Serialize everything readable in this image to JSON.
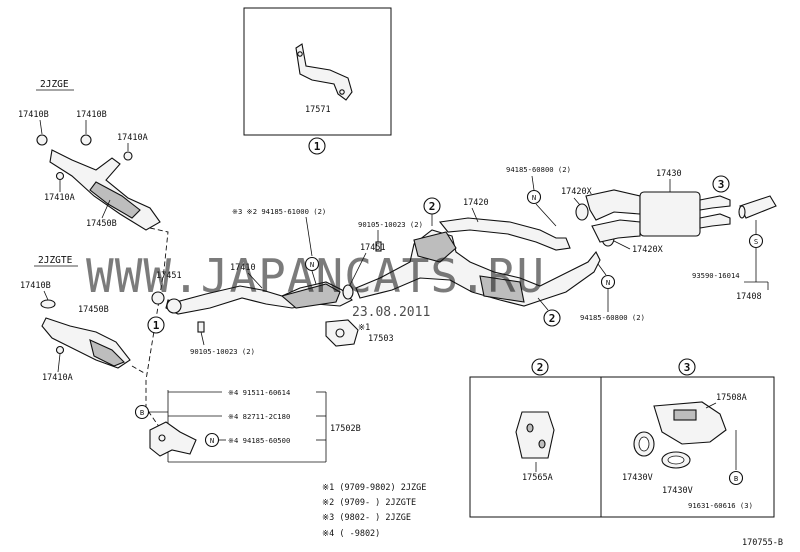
{
  "watermark": {
    "site": "WWW.JAPANCATS.RU",
    "date": "23.08.2011"
  },
  "figure_id": "170755-B",
  "engine_labels": {
    "top": "2JZGE",
    "bottom": "2JZGTE"
  },
  "callouts": {
    "c1": "1",
    "c2": "2",
    "c3": "3",
    "s": "S",
    "n": "N",
    "b": "B"
  },
  "parts": {
    "p17571": "17571",
    "p17410B_a": "17410B",
    "p17410B_b": "17410B",
    "p17410A_a": "17410A",
    "p17410A_b": "17410A",
    "p17450B_a": "17450B",
    "p17410B_c": "17410B",
    "p17450B_b": "17450B",
    "p17410A_c": "17410A",
    "p17451_a": "17451",
    "p17410": "17410",
    "p94185_61000": "※3 ※2 94185-61000 (2)",
    "p90105_10023_a": "90105-10023 (2)",
    "p17451_b": "17451",
    "p17420": "17420",
    "p94185_60800_a": "94185-60800 (2)",
    "p17420X_a": "17420X",
    "p17420X_b": "17420X",
    "p17430": "17430",
    "p93590": "93590-16014",
    "p17408": "17408",
    "p94185_60800_b": "94185-60800 (2)",
    "p17503_mark": "※1",
    "p17503": "17503",
    "p90105_10023_b": "90105-10023 (2)",
    "p91511": "※4 91511-60614",
    "p82711": "※4 82711-2C180",
    "p94185_60500": "※4 94185-60500",
    "p17502B": "17502B",
    "p17565A": "17565A",
    "p17508A": "17508A",
    "p17430V_a": "17430V",
    "p17430V_b": "17430V",
    "p91631": "91631-60616 (3)"
  },
  "notes": [
    "※1 (9709-9802) 2JZGE",
    "※2 (9709-      ) 2JZGTE",
    "※3 (9802-      ) 2JZGE",
    "※4 (      -9802)"
  ]
}
